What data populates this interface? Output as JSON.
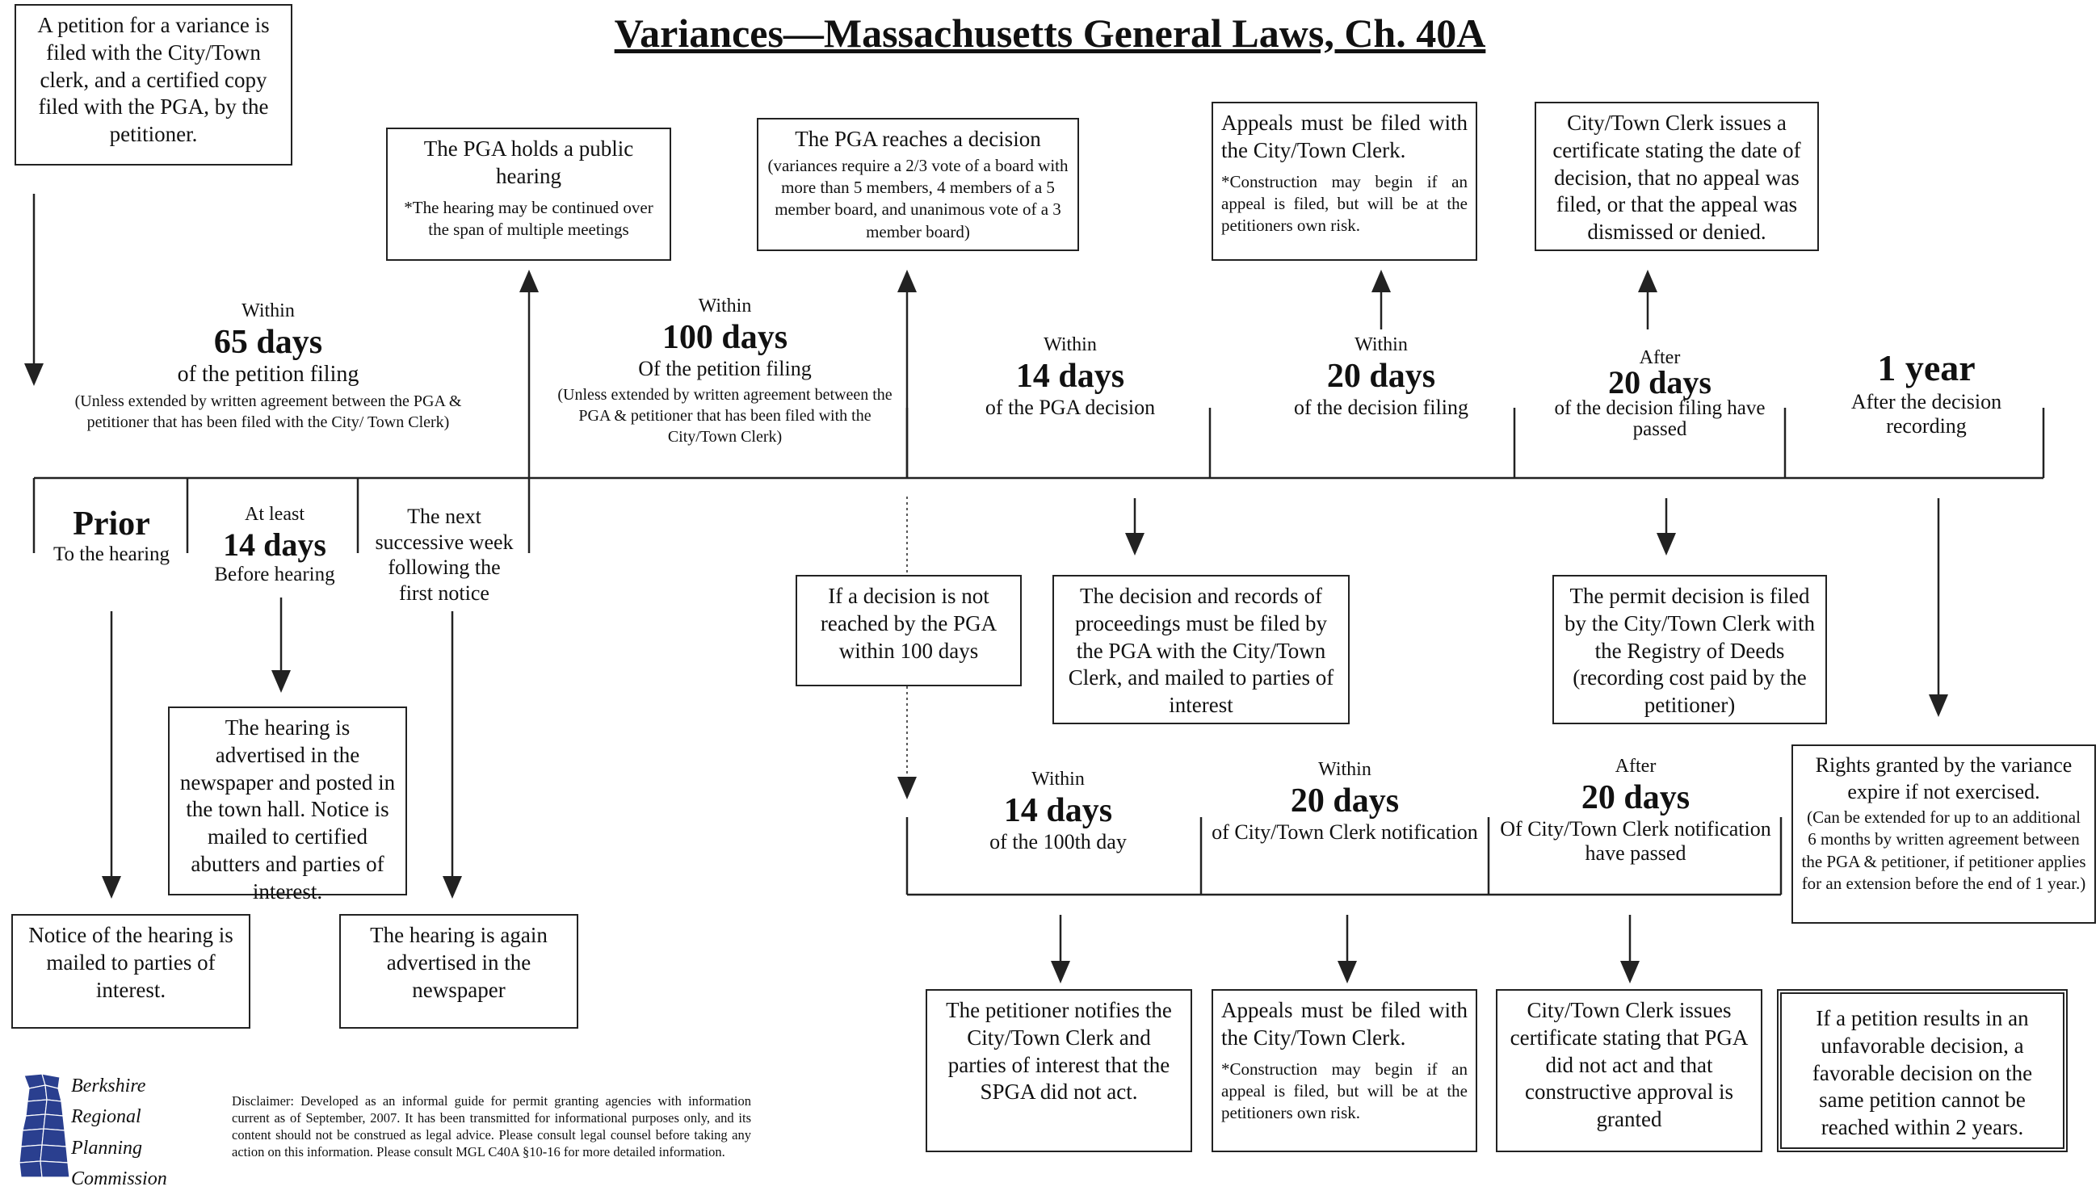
{
  "title": "Variances—Massachusetts General Laws, Ch. 40A",
  "boxes": {
    "petition": "A petition for a variance is filed with the City/Town clerk, and a certified copy filed with the PGA, by the petitioner.",
    "hearing_main": "The PGA holds a public hearing",
    "hearing_note": "*The hearing may be continued over the span of multiple meetings",
    "decision_main": "The PGA reaches a decision",
    "decision_note": "(variances require a 2/3 vote of a board with more than 5 members, 4 members of a 5 member board, and unanimous vote of a 3 member board)",
    "appeals_top_main": "Appeals must be filed with the City/Town Clerk.",
    "appeals_top_note": "*Construction may begin if an appeal is filed, but will be at the petitioners own risk.",
    "certificate_top": "City/Town Clerk issues a certificate stating the date of decision, that no appeal was filed, or that the appeal was dismissed or denied.",
    "not_reached": "If a decision is not reached by the PGA within 100 days",
    "records_filed": "The decision and records of proceedings must be filed by the PGA with the City/Town Clerk, and mailed to parties of interest",
    "permit_filed": "The permit decision is filed by the City/Town Clerk with the Registry of Deeds (recording cost paid by the petitioner)",
    "advertised": "The hearing is advertised in the newspaper and posted in the town hall. Notice is mailed to certified abutters and parties of interest.",
    "notice_mailed": "Notice of the hearing is mailed to parties of interest.",
    "again_advertised": "The hearing is again advertised in the newspaper",
    "rights_main": "Rights granted by the variance expire if not exercised.",
    "rights_note": "(Can be extended for up to an additional 6 months by written agreement between the PGA & petitioner, if petitioner applies for an extension before the end of 1 year.)",
    "petitioner_notifies": "The petitioner notifies the City/Town Clerk and parties of interest that the SPGA did not act.",
    "appeals_bottom_main": "Appeals must be filed with the City/Town Clerk.",
    "appeals_bottom_note": "*Construction may begin if an appeal is filed, but will be at the petitioners own risk.",
    "constructive": "City/Town Clerk issues certificate stating that PGA did not act and that constructive approval is granted",
    "unfavorable": "If a petition results in an unfavorable decision, a favorable decision on the same petition cannot be reached within 2 years."
  },
  "labels": {
    "d65": {
      "pre": "Within",
      "big": "65 days",
      "mid": "of the petition filing",
      "fine": "(Unless extended by written agreement between the PGA & petitioner that has been filed with the City/ Town Clerk)"
    },
    "d100": {
      "pre": "Within",
      "big": "100 days",
      "mid": "Of the petition filing",
      "fine": "(Unless extended by written agreement between the PGA & petitioner that has been filed with the City/Town Clerk)"
    },
    "d14": {
      "pre": "Within",
      "big": "14 days",
      "mid": "of the PGA decision"
    },
    "d20": {
      "pre": "Within",
      "big": "20 days",
      "mid": "of the decision filing"
    },
    "d20after": {
      "pre": "After",
      "big": "20 days",
      "mid": "of the decision filing have passed"
    },
    "year": {
      "big": "1 year",
      "mid": "After the decision recording"
    },
    "prior": {
      "big": "Prior",
      "mid": "To the hearing"
    },
    "atleast": {
      "pre": "At least",
      "big": "14 days",
      "mid": "Before hearing"
    },
    "nextweek": {
      "mid": "The next successive week following the first notice"
    },
    "b14": {
      "pre": "Within",
      "big": "14 days",
      "mid": "of the 100th day"
    },
    "b20": {
      "pre": "Within",
      "big": "20 days",
      "mid": "of City/Town Clerk notification"
    },
    "b20after": {
      "pre": "After",
      "big": "20 days",
      "mid": "Of City/Town Clerk notification have passed"
    }
  },
  "logo": {
    "line1": "Berkshire",
    "line2": "Regional",
    "line3": "Planning",
    "line4": "Commission"
  },
  "disclaimer": "Disclaimer: Developed as an informal guide for permit granting agencies with information current as of September, 2007. It has been transmitted for informational purposes only, and its content should not be construed as legal advice. Please consult legal counsel before taking any action on this information. Please consult MGL C40A §10-16 for more detailed information.",
  "colors": {
    "line": "#222222",
    "logo": "#2a3f8f"
  }
}
